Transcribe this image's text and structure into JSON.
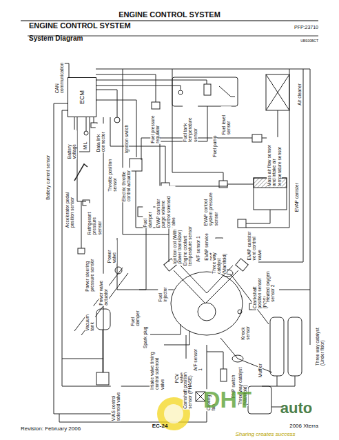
{
  "diagram": {
    "title": "ENGINE CONTROL SYSTEM",
    "nodes": [
      {
        "text": [
          "ECM"
        ]
      }
    ],
    "labels": [
      "ENGINE CONTROL SYSTEM",
      "PFP:23710",
      "System Diagram",
      "UBS00BCT",
      "CAN communication",
      "Battery current sensor",
      "Battery voltage",
      "MIL",
      "Data link connector",
      "Ignition switch",
      "Accelerator pedal position sensor",
      "Throttle position sensor",
      "Electric throttle control actuator",
      "Refrigerant pressure sensor",
      "Power steering pressure sensor",
      "Power valve",
      "Power valve actuator",
      "Vacuum tank",
      "VIAS control solenoid valve",
      "Fuel damper",
      "EVAP canister purge volume control solenoid valve",
      "Fuel pressure regulator",
      "Fuel tank temperature sensor",
      "Fuel level sensor",
      "Fuel pump",
      "Air cleaner",
      "Mass air flow sensor and intake air temperature sensor",
      "EVAP control system pressure sensor",
      "EVAP canister",
      "EVAP canister vent control valve",
      "Ignition coil (With power transistor)",
      "Engine coolant temperature sensor",
      "A/F sensor 1",
      "EVAP service port",
      "Three way catalyst (Manifold)",
      "Fuel injector",
      "Knock sensor",
      "Crankshaft position sensor (POS)",
      "Heated oxygen sensor 2",
      "Three way catalyst (Under floor)",
      "Fuel damper",
      "Spark plug",
      "Intake valve timing control solenoid valve",
      "PCV valve",
      "A/F sensor 1",
      "Camshaft position sensor (PHASE)",
      "Cooling fan",
      "PNP switch",
      "Three way catalyst (Manifold)",
      "Muffler",
      "Revision: February 2006",
      "EC-24",
      "2006 Xterra",
      "DHT",
      "auto",
      "Sharing creates success"
    ]
  }
}
